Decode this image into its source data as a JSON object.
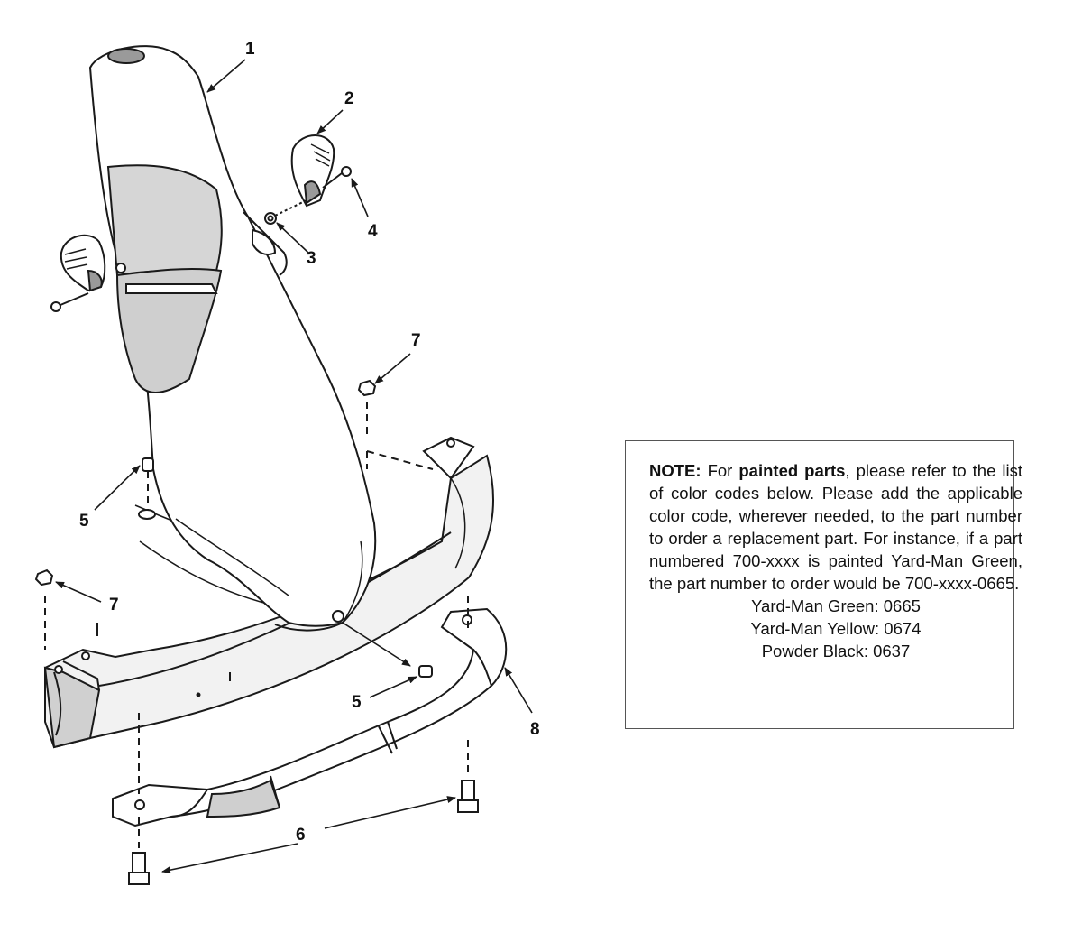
{
  "callouts": [
    {
      "id": "1",
      "label": "1"
    },
    {
      "id": "2",
      "label": "2"
    },
    {
      "id": "3",
      "label": "3"
    },
    {
      "id": "4",
      "label": "4"
    },
    {
      "id": "5a",
      "label": "5"
    },
    {
      "id": "5b",
      "label": "5"
    },
    {
      "id": "6",
      "label": "6"
    },
    {
      "id": "7a",
      "label": "7"
    },
    {
      "id": "7b",
      "label": "7"
    },
    {
      "id": "8",
      "label": "8"
    }
  ],
  "note": {
    "prefix": "NOTE:",
    "text1": " For ",
    "bold_phrase": "painted parts",
    "text2": ", please refer to the list of color codes below.  Please add the applicable color code, wherever needed, to the part number to order a replacement part.  For instance, if a part numbered 700-xxxx is painted Yard-Man Green, the part number to order would be 700-xxxx-0665.",
    "color_codes": [
      "Yard-Man Green: 0665",
      "Yard-Man Yellow: 0674",
      "Powder Black: 0637"
    ]
  },
  "colors": {
    "line": "#1a1a1a",
    "fill_light": "#ffffff",
    "fill_shade": "#d9d9d9",
    "fill_dark": "#9a9a9a"
  }
}
